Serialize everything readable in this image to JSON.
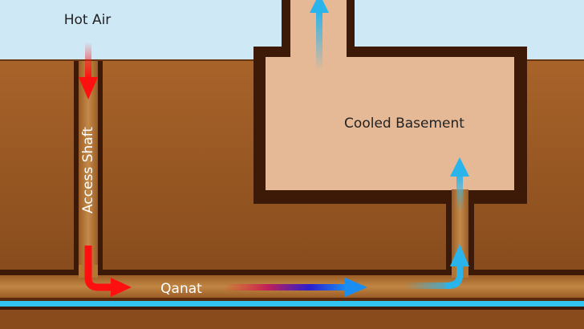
{
  "labels": {
    "hot_air": "Hot Air",
    "access_shaft": "Access Shaft",
    "cooled_basement": "Cooled Basement",
    "qanat": "Qanat"
  },
  "colors": {
    "sky": "#cfe8f6",
    "ground": "#9a5a22",
    "wall": "#3d1a08",
    "channel": "#b47733",
    "basement": "#e6b996",
    "water": "#30c4ef",
    "hot": "#ff1a1a",
    "cool": "#2ab4ec",
    "label": "#222222",
    "label_light": "#ffffff"
  }
}
